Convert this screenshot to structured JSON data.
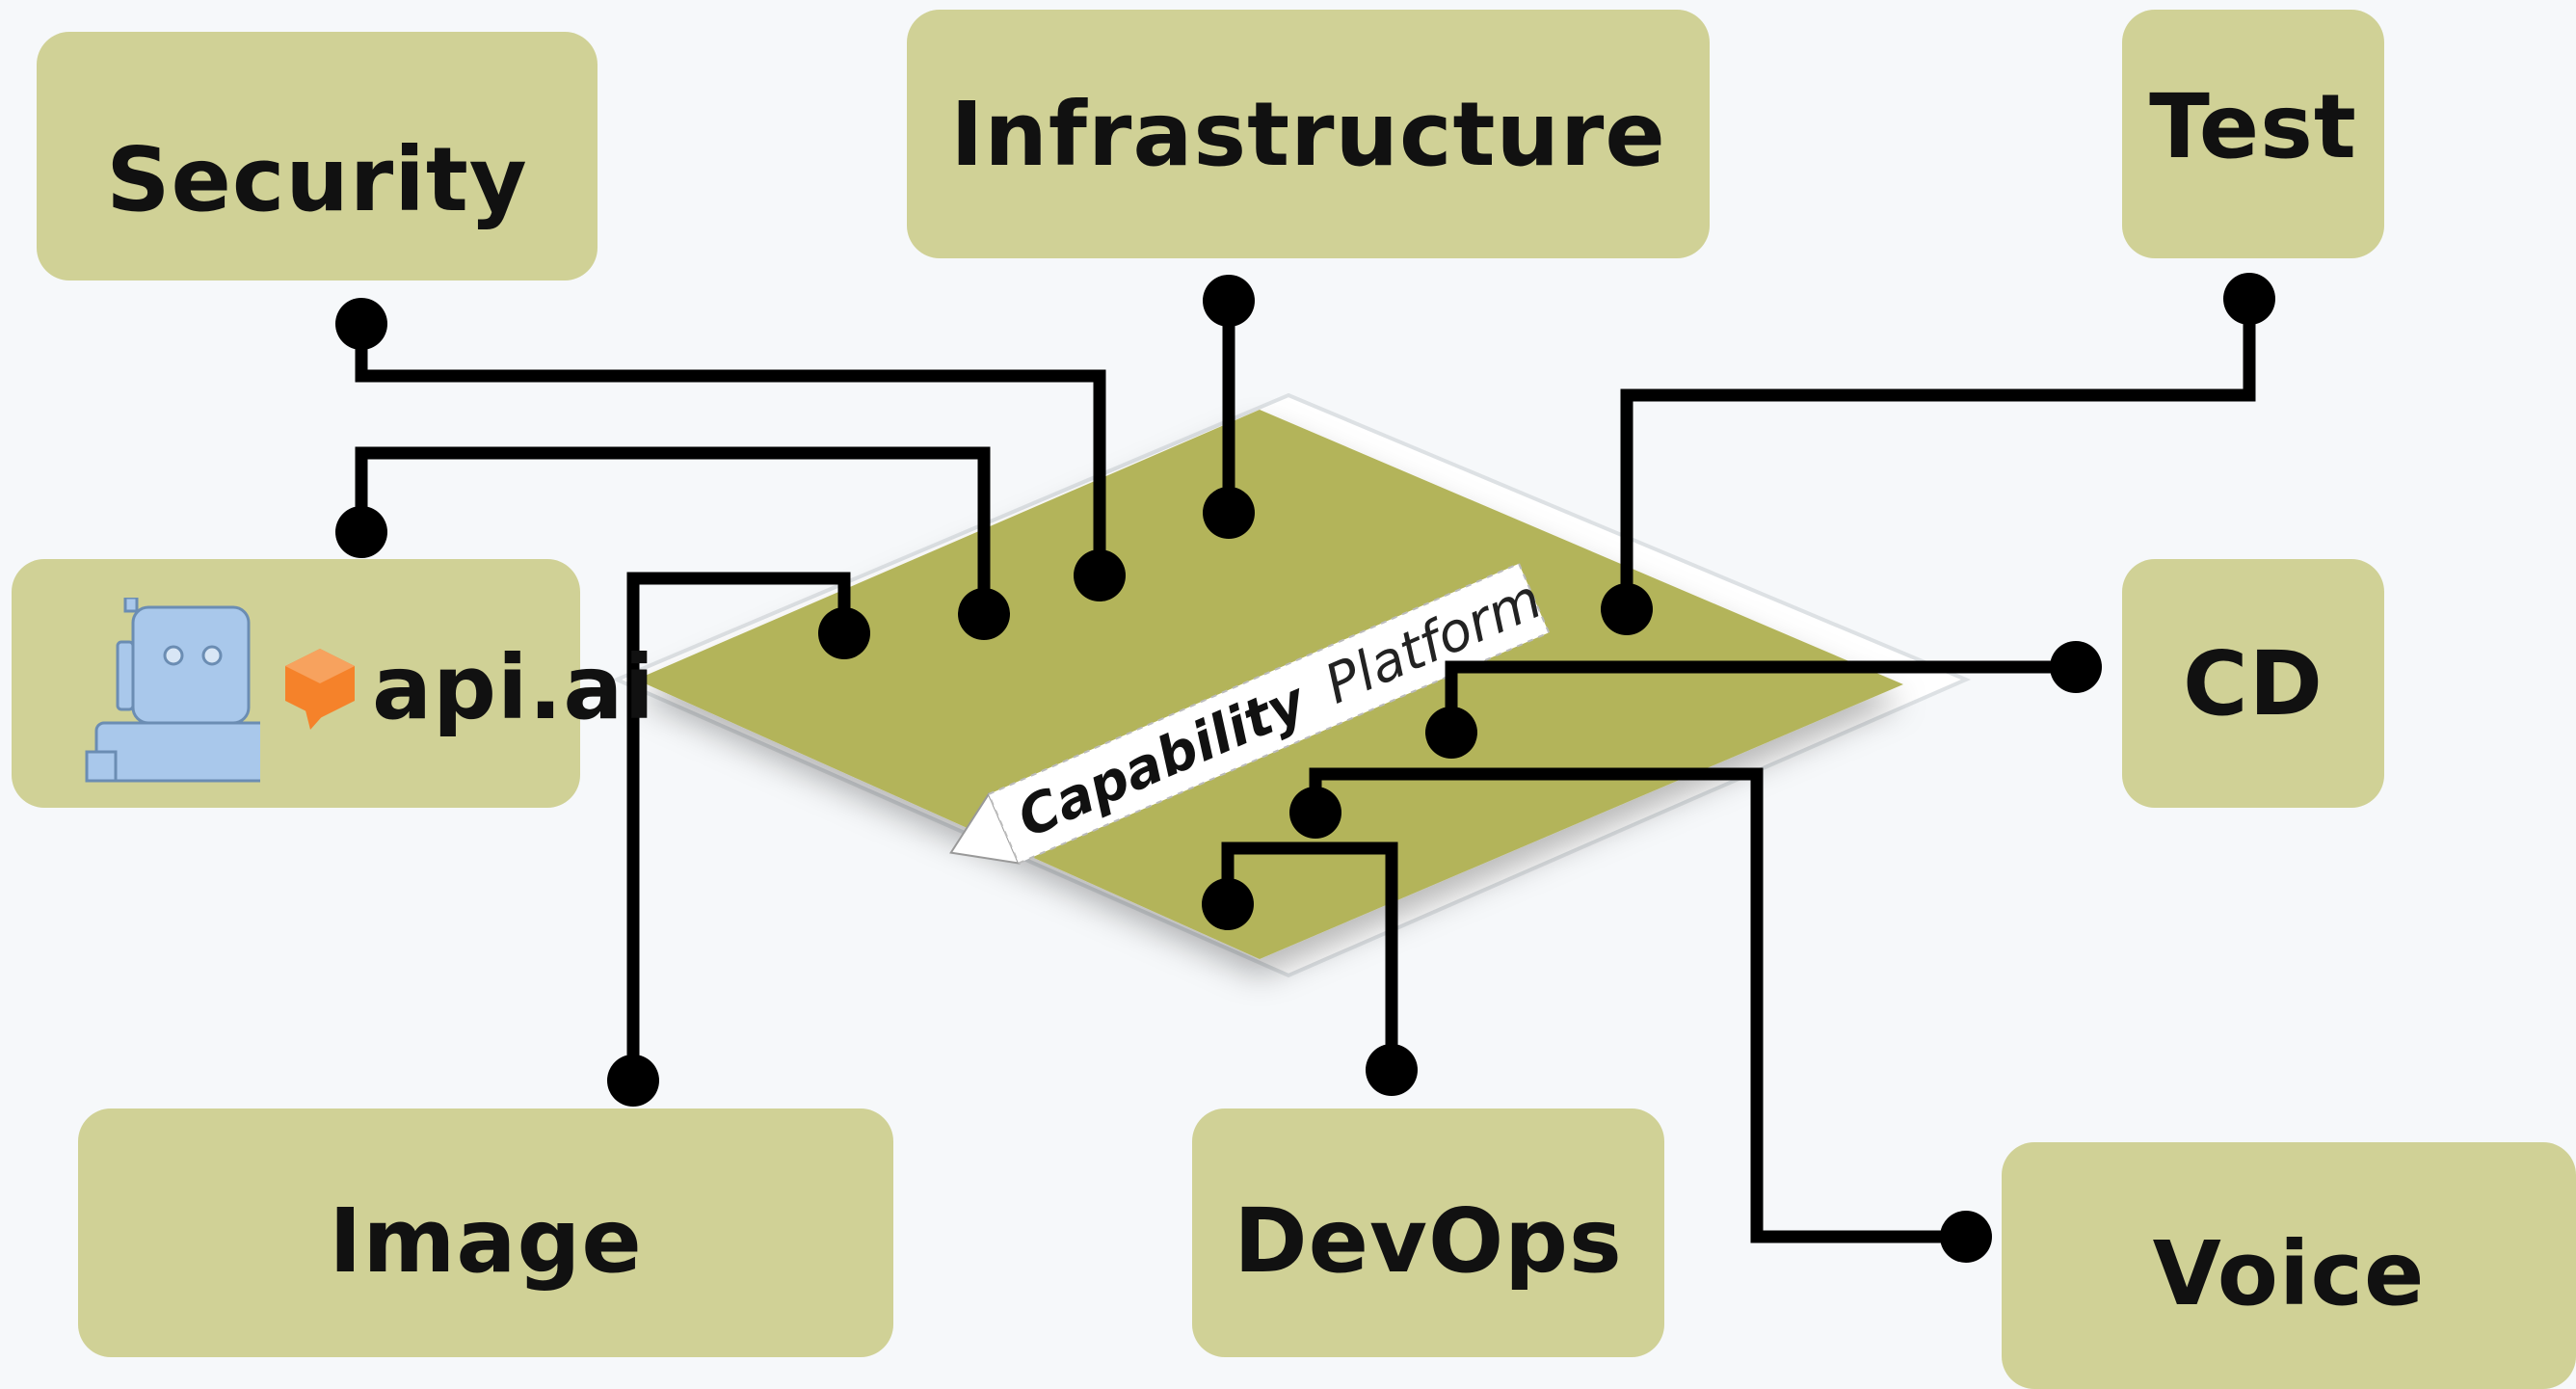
{
  "boxes": {
    "security": "Security",
    "infrastructure": "Infrastructure",
    "test": "Test",
    "cd": "CD",
    "image": "Image",
    "devops": "DevOps",
    "voice": "Voice"
  },
  "apiai": {
    "logo_text": "api.ai",
    "robot_icon": "robot-icon",
    "speech_icon": "speech-bubble-icon"
  },
  "platform": {
    "word_bold": "Capability",
    "word_light": "Platform"
  },
  "colors": {
    "background": "#f6f8fa",
    "box_fill": "#d0d196",
    "platform_fill": "#b3b45a",
    "line": "#000000",
    "apiai_orange": "#f5822a",
    "robot_blue": "#a9c8eb"
  }
}
